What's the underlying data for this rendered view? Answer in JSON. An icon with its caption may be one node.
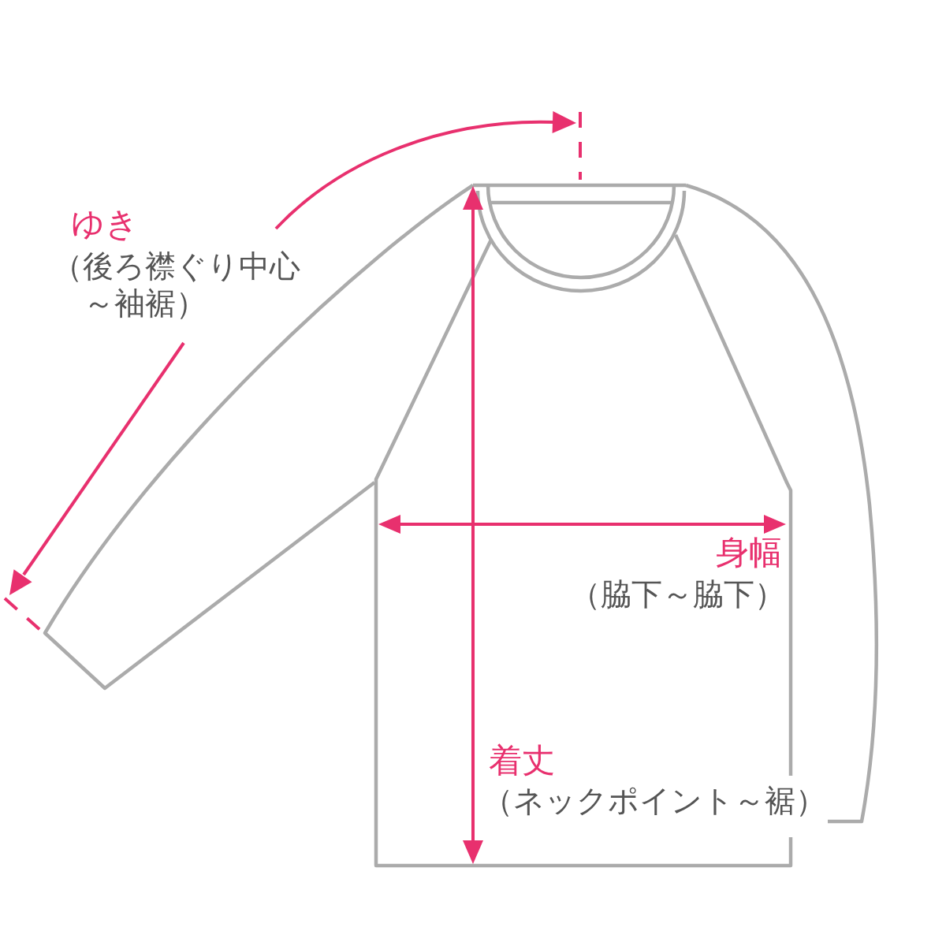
{
  "diagram": {
    "labels": [
      "ゆき",
      "（後ろ襟ぐり中心～袖裾）",
      "身幅",
      "（脇下～脇下）",
      "着丈",
      "（ネックポイント～裾）"
    ]
  }
}
